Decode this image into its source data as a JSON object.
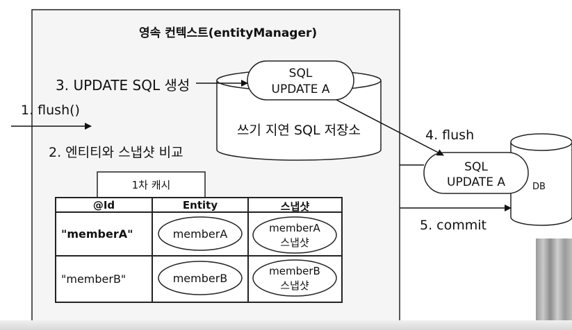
{
  "context_title": "영속 컨텍스트(entityManager)",
  "steps": {
    "flush_call": "1. flush()",
    "compare": "2. 엔티티와 스냅샷 비교",
    "update_sql": "3. UPDATE SQL 생성",
    "flush": "4. flush",
    "commit": "5. commit"
  },
  "write_store": {
    "label": "쓰기 지연 SQL 저장소",
    "sql_line1": "SQL",
    "sql_line2": "UPDATE A"
  },
  "db": {
    "label": "DB",
    "sql_line1": "SQL",
    "sql_line2": "UPDATE A"
  },
  "cache": {
    "title": "1차 캐시",
    "headers": [
      "@Id",
      "Entity",
      "스냅샷"
    ],
    "rows": [
      {
        "id": "\"memberA\"",
        "entity": "memberA",
        "snap1": "memberA",
        "snap2": "스냅샷"
      },
      {
        "id": "\"memberB\"",
        "entity": "memberB",
        "snap1": "memberB",
        "snap2": "스냅샷"
      }
    ]
  }
}
